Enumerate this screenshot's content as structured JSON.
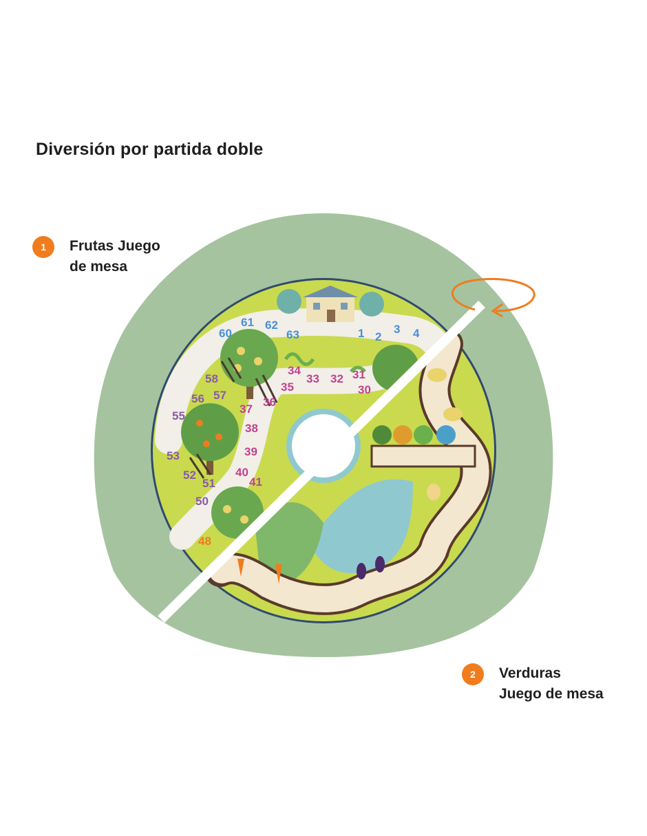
{
  "heading": "Diversión por partida doble",
  "callouts": [
    {
      "number": "1",
      "label": "Frutas Juego\nde mesa"
    },
    {
      "number": "2",
      "label": "Verduras\nJuego de mesa"
    }
  ],
  "board": {
    "fruit_numbers": [
      "60",
      "61",
      "62",
      "63",
      "1",
      "2",
      "3",
      "4",
      "34",
      "33",
      "32",
      "31",
      "30",
      "35",
      "36",
      "37",
      "38",
      "39",
      "40",
      "41",
      "50",
      "51",
      "52",
      "53",
      "55",
      "56",
      "57",
      "58",
      "48"
    ],
    "colors": {
      "tray": "#a6c3a0",
      "fruit_board": "#c9da4f",
      "path": "#f1efe8",
      "accent": "#f07c1e",
      "water": "#8fc9cf"
    },
    "icons": [
      "rotate-arrow-icon",
      "house-icon",
      "tree-icon",
      "ladder-icon",
      "snake-icon"
    ]
  }
}
